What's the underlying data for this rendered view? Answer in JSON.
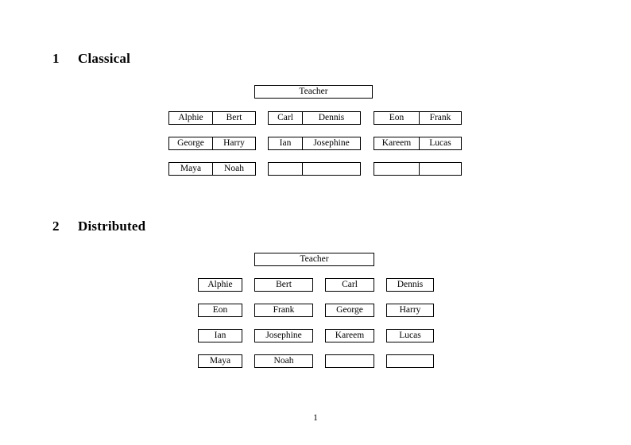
{
  "document": {
    "page_number": "1"
  },
  "sections": [
    {
      "number": "1",
      "title": "Classical",
      "teacher_label": "Teacher",
      "layout": "grouped-pairs",
      "groups": [
        {
          "rows": [
            [
              "Alphie",
              "Bert"
            ],
            [
              "George",
              "Harry"
            ],
            [
              "Maya",
              "Noah"
            ]
          ]
        },
        {
          "rows": [
            [
              "Carl",
              "Dennis"
            ],
            [
              "Ian",
              "Josephine"
            ],
            [
              "",
              ""
            ]
          ]
        },
        {
          "rows": [
            [
              "Eon",
              "Frank"
            ],
            [
              "Kareem",
              "Lucas"
            ],
            [
              "",
              ""
            ]
          ]
        }
      ]
    },
    {
      "number": "2",
      "title": "Distributed",
      "teacher_label": "Teacher",
      "layout": "single-columns",
      "rows": [
        [
          "Alphie",
          "Bert",
          "Carl",
          "Dennis"
        ],
        [
          "Eon",
          "Frank",
          "George",
          "Harry"
        ],
        [
          "Ian",
          "Josephine",
          "Kareem",
          "Lucas"
        ],
        [
          "Maya",
          "Noah",
          "",
          ""
        ]
      ]
    }
  ],
  "colors": {
    "ink": "#000000",
    "paper": "#ffffff",
    "rule": "#000000"
  }
}
